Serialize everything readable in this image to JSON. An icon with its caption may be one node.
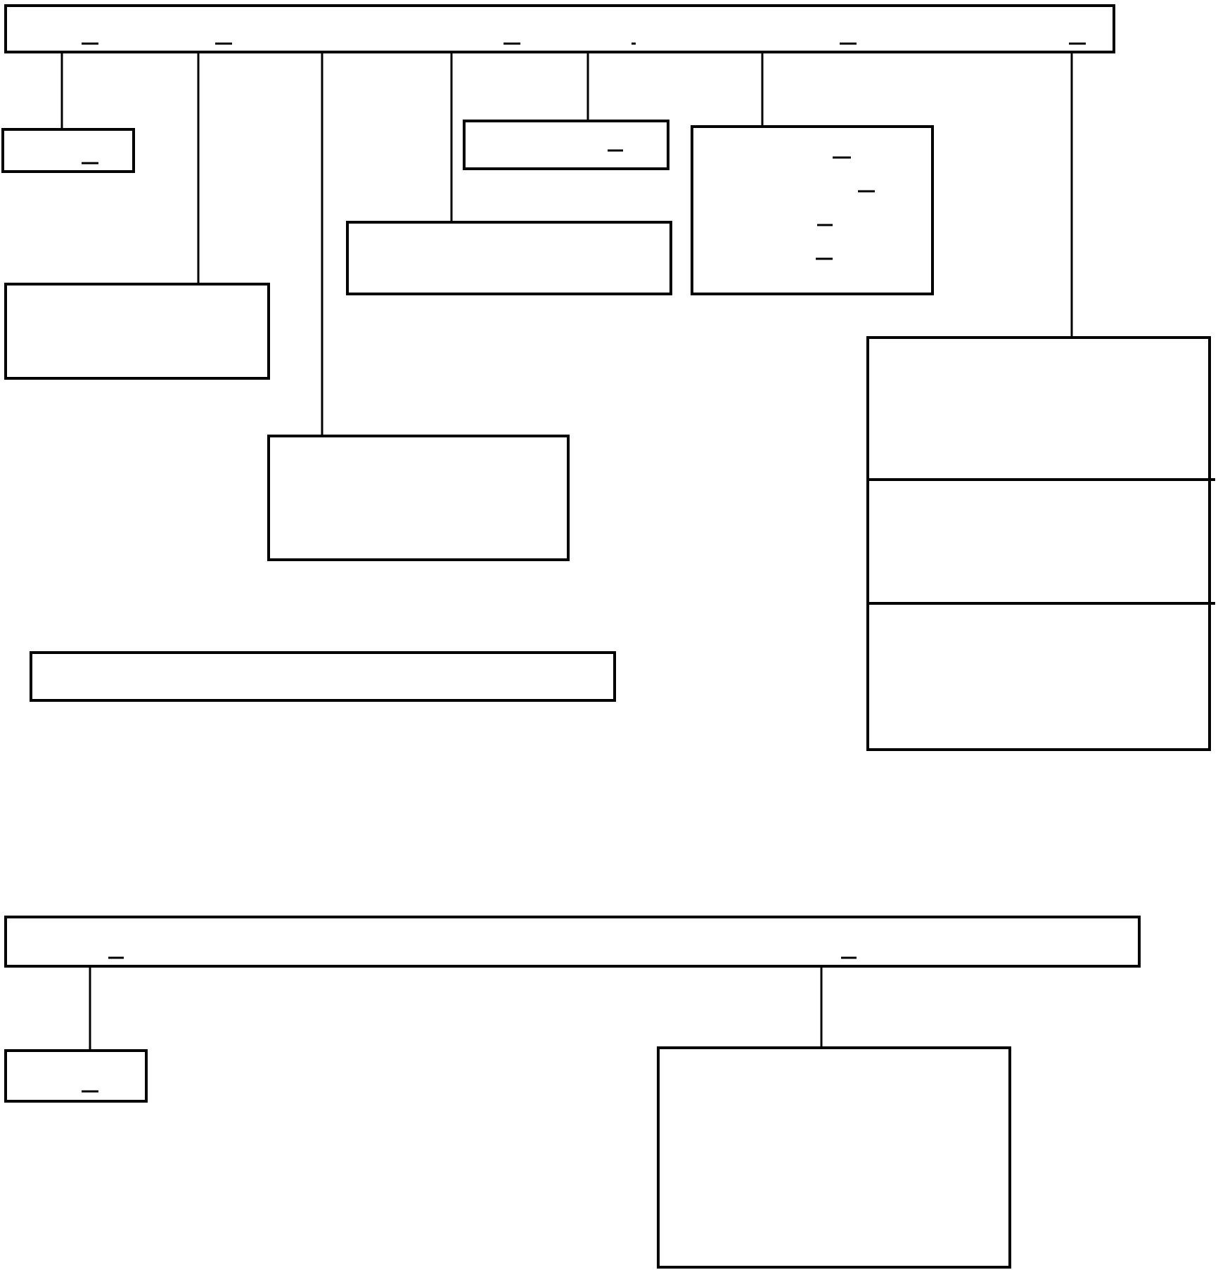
{
  "diagram": {
    "nodes": [
      {
        "text": [],
        "shape": "box"
      },
      {
        "text": [],
        "shape": "box"
      },
      {
        "text": [],
        "shape": "box"
      },
      {
        "text": [],
        "shape": "box"
      },
      {
        "text": [],
        "shape": "box"
      },
      {
        "text": [],
        "shape": "box"
      },
      {
        "text": [],
        "shape": "box"
      },
      {
        "text": [],
        "shape": "box"
      },
      {
        "text": [],
        "shape": "box"
      },
      {
        "text": [],
        "shape": "box"
      },
      {
        "text": [],
        "shape": "box"
      },
      {
        "text": [],
        "shape": "box"
      }
    ],
    "edges": [
      {
        "from": 0,
        "to": 1,
        "arrow": "none"
      },
      {
        "from": 0,
        "to": 2,
        "arrow": "none"
      },
      {
        "from": 0,
        "to": 3,
        "arrow": "none"
      },
      {
        "from": 0,
        "to": 4,
        "arrow": "none"
      },
      {
        "from": 0,
        "to": 5,
        "arrow": "none"
      },
      {
        "from": 0,
        "to": 6,
        "arrow": "none"
      },
      {
        "from": 0,
        "to": 7,
        "arrow": "none"
      },
      {
        "from": 9,
        "to": 10,
        "arrow": "none"
      },
      {
        "from": 9,
        "to": 11,
        "arrow": "none"
      }
    ]
  }
}
